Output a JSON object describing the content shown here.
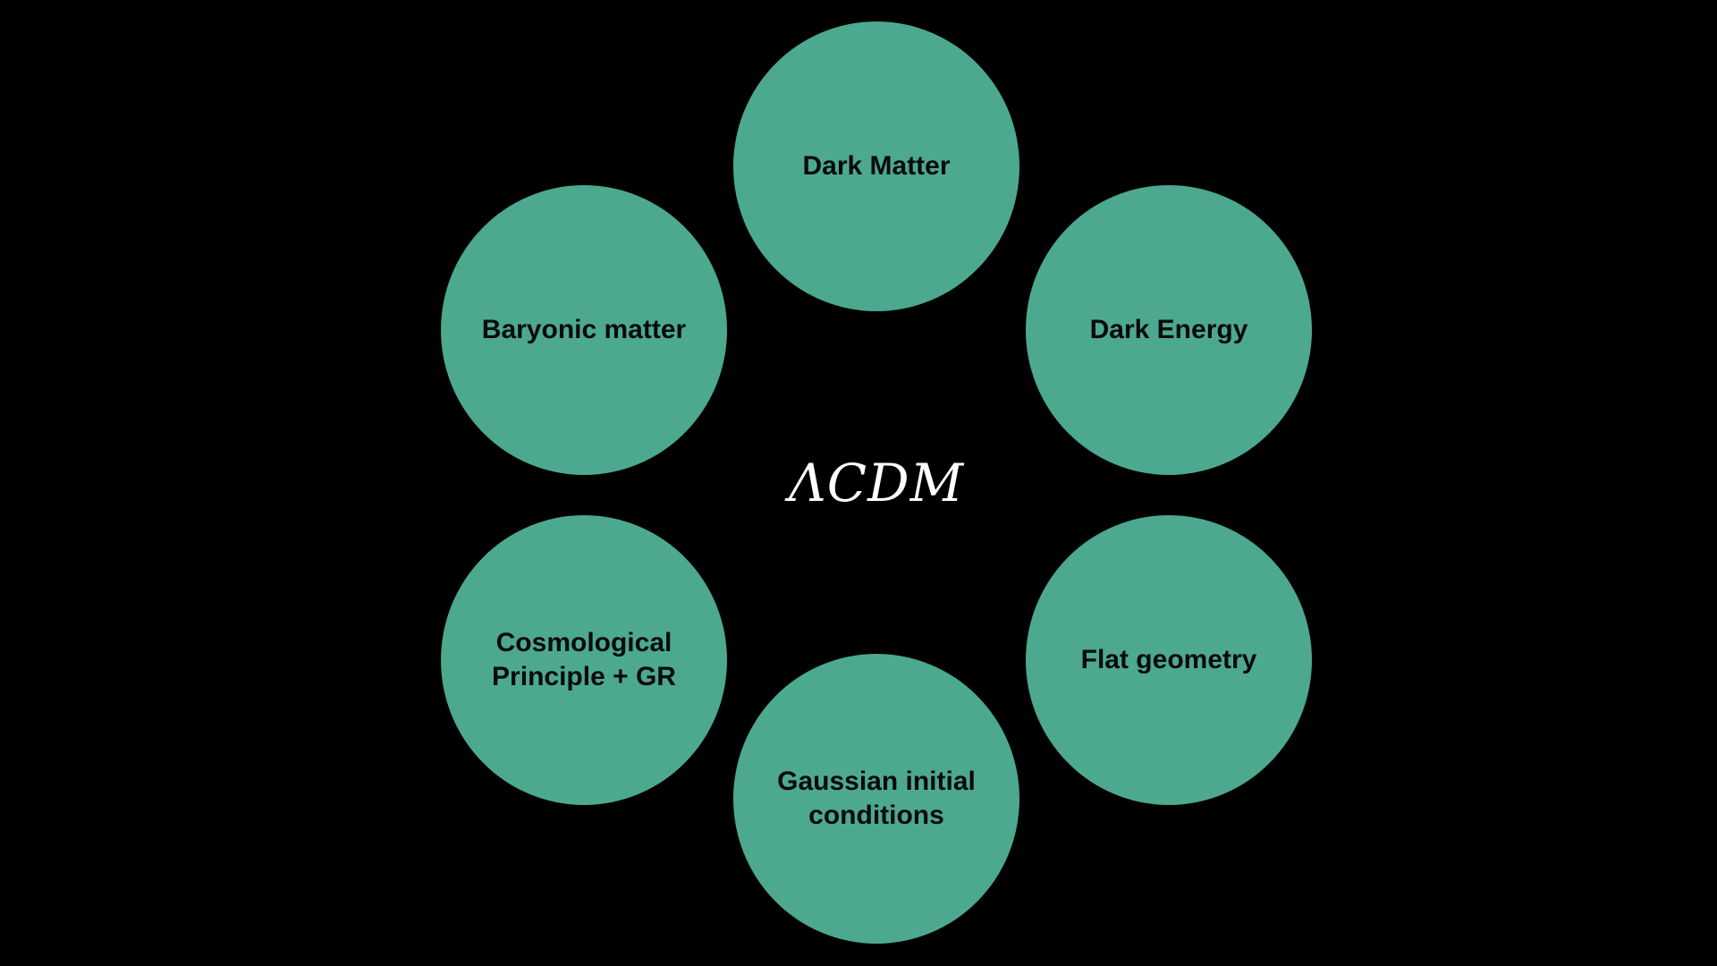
{
  "diagram": {
    "center_title": "ΛCDM",
    "nodes": [
      {
        "label": "Dark Matter"
      },
      {
        "label": "Baryonic matter"
      },
      {
        "label": "Dark Energy"
      },
      {
        "label": "Cosmological\nPrinciple + GR"
      },
      {
        "label": "Flat geometry"
      },
      {
        "label": "Gaussian initial\nconditions"
      }
    ]
  },
  "colors": {
    "background": "#000000",
    "node_fill": "#4ca98f",
    "node_text": "#0a0a0a",
    "title_text": "#ffffff"
  }
}
